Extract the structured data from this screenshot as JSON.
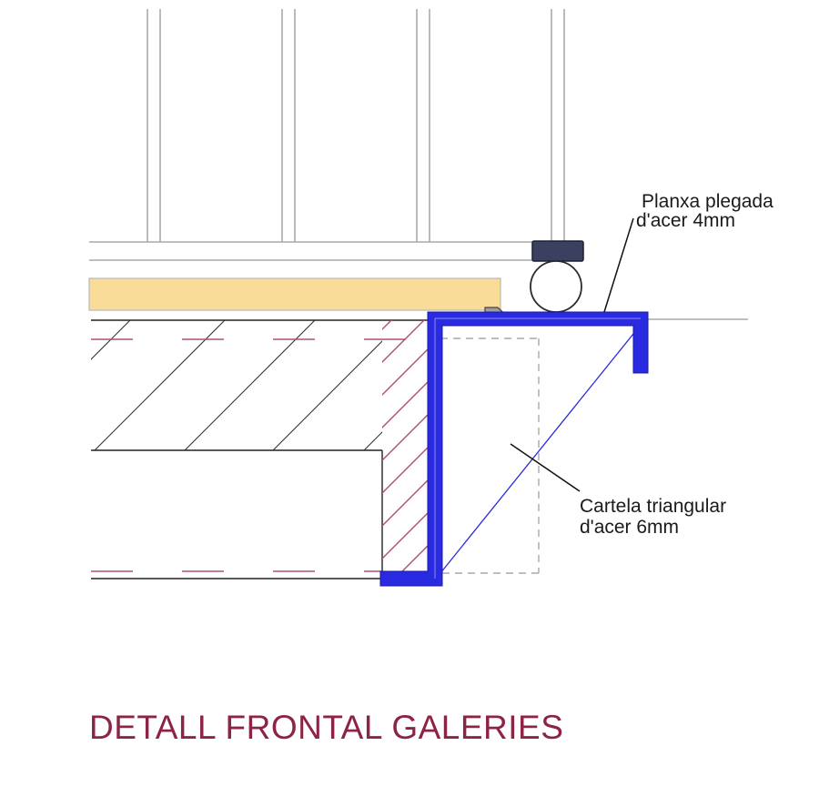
{
  "title": "DETALL FRONTAL GALERIES",
  "annotations": {
    "plate": {
      "line1": "Planxa plegada",
      "line2": "d'acer 4mm"
    },
    "bracket": {
      "line1": "Cartela triangular",
      "line2": "d'acer 6mm"
    }
  },
  "colors": {
    "steel": "#2a2ae0",
    "hatch": "#b0506e",
    "deck": "#f8dc98",
    "title": "#8e2444",
    "dark_block": "#3b4060",
    "line": "#222222",
    "light_line": "#a8a8a8"
  }
}
